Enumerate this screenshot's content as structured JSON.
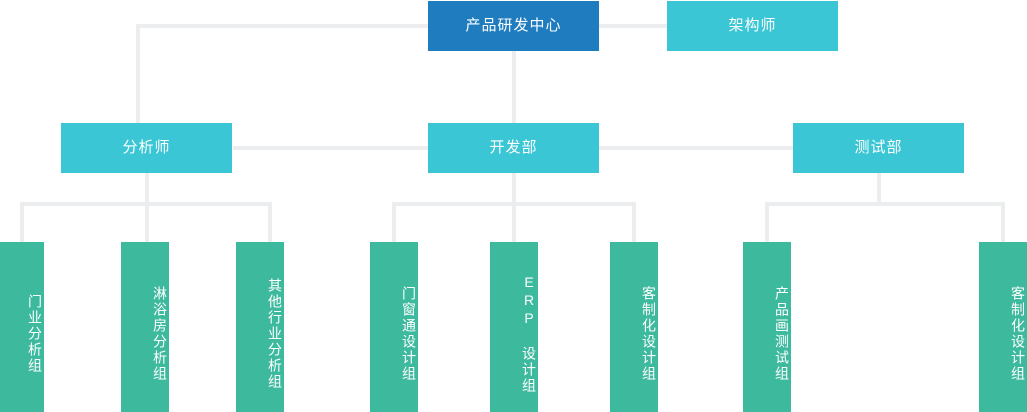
{
  "chart_data": {
    "type": "diagram",
    "title": "",
    "diagram_kind": "organization-chart",
    "colors": {
      "root": "#1f7cbf",
      "level2": "#3ac6d4",
      "level3": "#3dba9e",
      "connector": "#ebedee",
      "background": "#ffffff",
      "text": "#ffffff"
    },
    "nodes": [
      {
        "id": "root",
        "label": "产品研发中心",
        "level": 1,
        "color": "#1f7cbf"
      },
      {
        "id": "arch",
        "label": "架构师",
        "level": 1,
        "color": "#3ac6d4"
      },
      {
        "id": "ana",
        "label": "分析师",
        "level": 2,
        "color": "#3ac6d4"
      },
      {
        "id": "dev",
        "label": "开发部",
        "level": 2,
        "color": "#3ac6d4"
      },
      {
        "id": "qa",
        "label": "测试部",
        "level": 2,
        "color": "#3ac6d4"
      },
      {
        "id": "ana1",
        "label": "门业分析组",
        "level": 3,
        "color": "#3dba9e",
        "parent": "ana"
      },
      {
        "id": "ana2",
        "label": "淋浴房分析组",
        "level": 3,
        "color": "#3dba9e",
        "parent": "ana"
      },
      {
        "id": "ana3",
        "label": "其他行业分析组",
        "level": 3,
        "color": "#3dba9e",
        "parent": "ana"
      },
      {
        "id": "dev1",
        "label": "门窗通设计组",
        "level": 3,
        "color": "#3dba9e",
        "parent": "dev"
      },
      {
        "id": "dev2",
        "label": "ERP 设计组",
        "level": 3,
        "color": "#3dba9e",
        "parent": "dev"
      },
      {
        "id": "dev3",
        "label": "客制化设计组",
        "level": 3,
        "color": "#3dba9e",
        "parent": "dev"
      },
      {
        "id": "qa1",
        "label": "产品画测试组",
        "level": 3,
        "color": "#3dba9e",
        "parent": "qa"
      },
      {
        "id": "qa2",
        "label": "客制化设计组",
        "level": 3,
        "color": "#3dba9e",
        "parent": "qa"
      }
    ],
    "edges": [
      {
        "from": "root",
        "to": "arch"
      },
      {
        "from": "root",
        "to": "ana"
      },
      {
        "from": "root",
        "to": "dev"
      },
      {
        "from": "root",
        "to": "qa"
      },
      {
        "from": "ana",
        "to": "ana1"
      },
      {
        "from": "ana",
        "to": "ana2"
      },
      {
        "from": "ana",
        "to": "ana3"
      },
      {
        "from": "dev",
        "to": "dev1"
      },
      {
        "from": "dev",
        "to": "dev2"
      },
      {
        "from": "dev",
        "to": "dev3"
      },
      {
        "from": "qa",
        "to": "qa1"
      },
      {
        "from": "qa",
        "to": "qa2"
      }
    ]
  },
  "chart": {
    "root_label": "产品研发中心",
    "architect_label": "架构师",
    "analyst_label": "分析师",
    "dev_label": "开发部",
    "qa_label": "测试部",
    "analyst_children": {
      "c1": "门业分析组",
      "c2": "淋浴房分析组",
      "c3": "其他行业分析组"
    },
    "dev_children": {
      "c1": "门窗通设计组",
      "c2": "ERP 设计组",
      "c3": "客制化设计组"
    },
    "qa_children": {
      "c1": "产品画测试组",
      "c2": "客制化设计组"
    }
  }
}
